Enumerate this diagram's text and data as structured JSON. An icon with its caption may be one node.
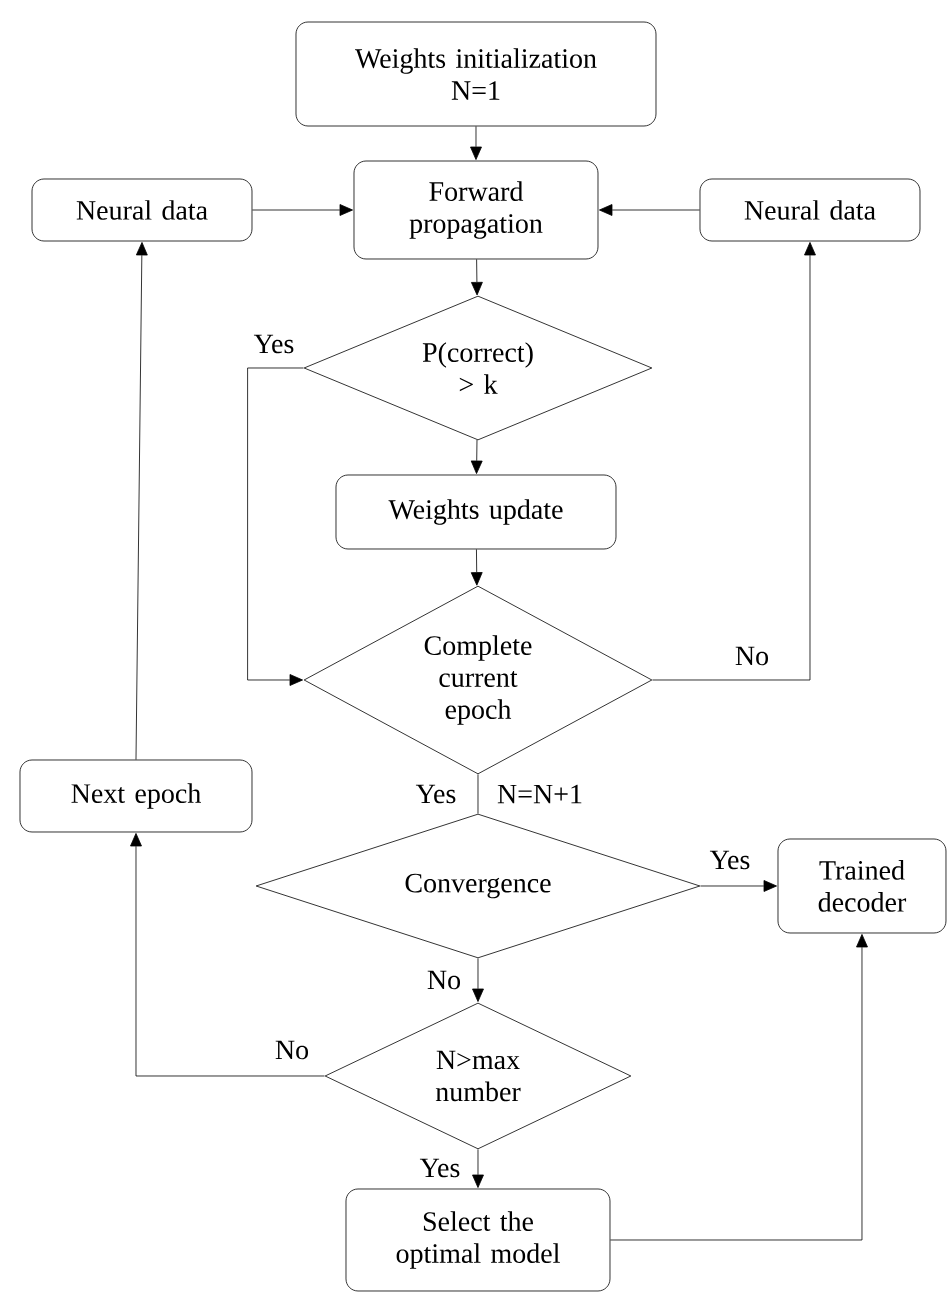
{
  "diagram": {
    "nodes": [
      {
        "text": [
          "Weights initialization",
          "N=1"
        ]
      },
      {
        "text": [
          "Forward propagation"
        ]
      },
      {
        "text": [
          "Neural data"
        ]
      },
      {
        "text": [
          "Neural data"
        ]
      },
      {
        "text": [
          "P(correct) > k"
        ]
      },
      {
        "text": [
          "Weights update"
        ]
      },
      {
        "text": [
          "Complete current epoch"
        ]
      },
      {
        "text": [
          "Next epoch"
        ]
      },
      {
        "text": [
          "Convergence"
        ]
      },
      {
        "text": [
          "Trained decoder"
        ]
      },
      {
        "text": [
          "N>max number"
        ]
      },
      {
        "text": [
          "Select the optimal model"
        ]
      }
    ],
    "edges": [
      {
        "from": 0,
        "to": 1,
        "arrow": "to"
      },
      {
        "from": 2,
        "to": 1,
        "arrow": "to"
      },
      {
        "from": 3,
        "to": 1,
        "arrow": "to"
      },
      {
        "from": 1,
        "to": 4,
        "arrow": "to"
      },
      {
        "from": 4,
        "to": 5,
        "arrow": "to"
      },
      {
        "from": 4,
        "to": 6,
        "arrow": "to",
        "label": "Yes"
      },
      {
        "from": 5,
        "to": 6,
        "arrow": "to"
      },
      {
        "from": 6,
        "to": 3,
        "arrow": "to",
        "label": "No"
      },
      {
        "from": 6,
        "to": 8,
        "arrow": "none",
        "label": "Yes"
      },
      {
        "from": 8,
        "to": 9,
        "arrow": "to",
        "label": "Yes"
      },
      {
        "from": 8,
        "to": 10,
        "arrow": "to",
        "label": "No"
      },
      {
        "from": 10,
        "to": 7,
        "arrow": "to",
        "label": "No"
      },
      {
        "from": 7,
        "to": 2,
        "arrow": "to"
      },
      {
        "from": 10,
        "to": 11,
        "arrow": "to",
        "label": "Yes"
      },
      {
        "from": 11,
        "to": 9,
        "arrow": "to"
      }
    ],
    "labels": [
      "N=N+1"
    ]
  }
}
